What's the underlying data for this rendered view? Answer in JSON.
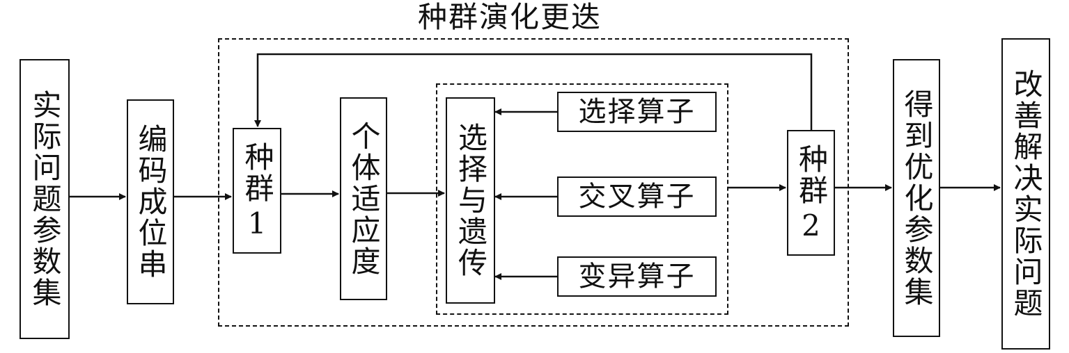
{
  "title": "种群演化更迭",
  "boxes": {
    "actual_params": "实际问题参数集",
    "encode": "编码成位串",
    "pop1_line1": "种群",
    "pop1_line2": "1",
    "fitness": "个体适应度",
    "select_inherit": "选择与遗传",
    "select_op": "选择算子",
    "cross_op": "交叉算子",
    "mutate_op": "变异算子",
    "pop2_line1": "种群",
    "pop2_line2": "2",
    "optimized": "得到优化参数集",
    "improve": "改善解决实际问题"
  }
}
